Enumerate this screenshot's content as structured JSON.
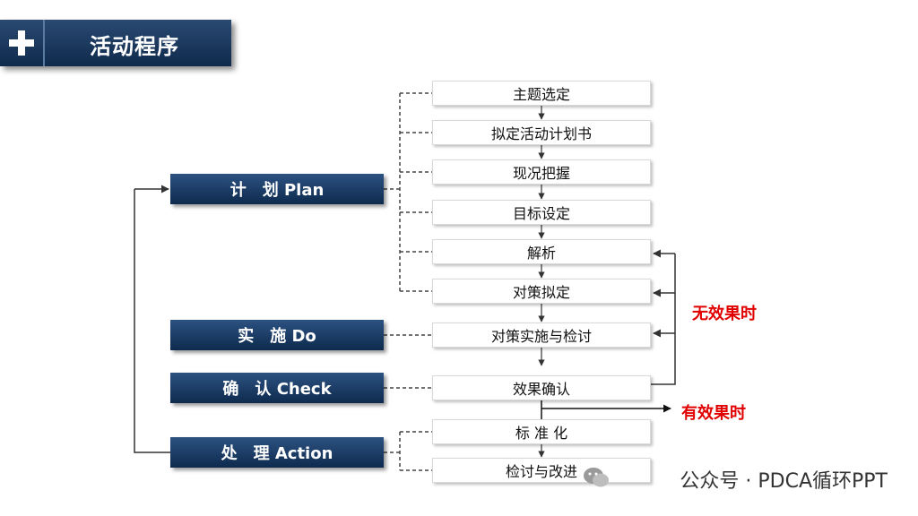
{
  "header": {
    "title": "活动程序"
  },
  "phases": [
    {
      "label": "计　划 Plan"
    },
    {
      "label": "实　施 Do"
    },
    {
      "label": "确　认 Check"
    },
    {
      "label": "处　理 Action"
    }
  ],
  "steps": [
    {
      "label": "主题选定"
    },
    {
      "label": "拟定活动计划书"
    },
    {
      "label": "现况把握"
    },
    {
      "label": "目标设定"
    },
    {
      "label": "解析"
    },
    {
      "label": "对策拟定"
    },
    {
      "label": "对策实施与检讨"
    },
    {
      "label": "效果确认"
    },
    {
      "label": "标 准 化"
    },
    {
      "label": "检讨与改进"
    }
  ],
  "notes": {
    "no_effect": "无效果时",
    "effective": "有效果时"
  },
  "watermark": {
    "text": "公众号 · PDCA循环PPT"
  }
}
